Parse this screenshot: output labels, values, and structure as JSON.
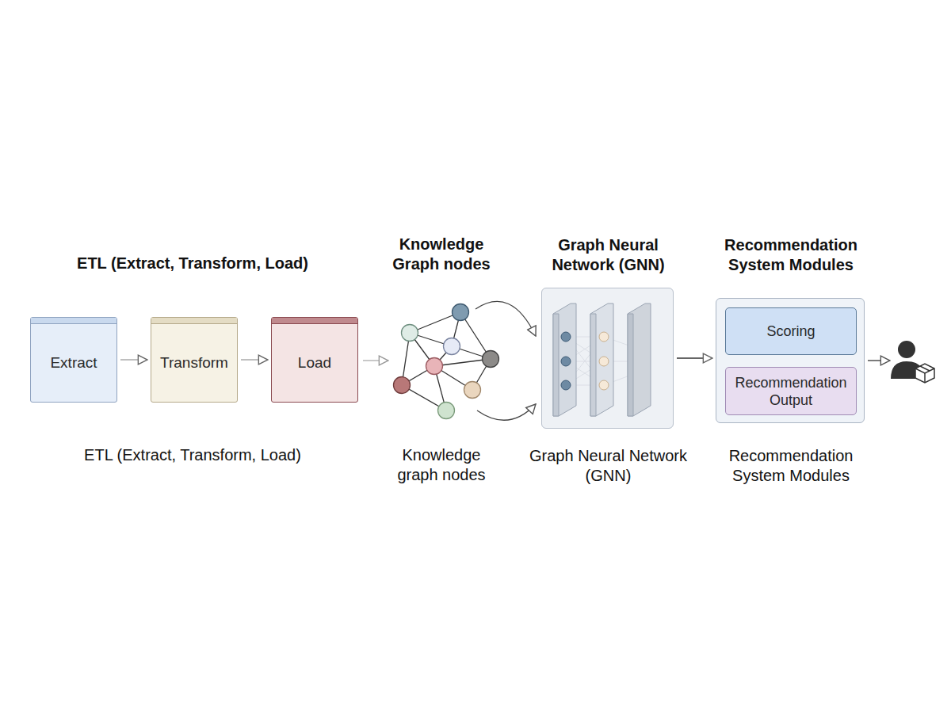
{
  "diagram": {
    "nodes": [
      {
        "text": [
          "Extract"
        ]
      },
      {
        "text": [
          "Transform"
        ]
      },
      {
        "text": [
          "Load"
        ]
      },
      {
        "text": [
          "Graph Neural Network (GNN)",
          "Graph Neural Network (GNN)"
        ]
      },
      {
        "text": [
          "Recommendation System Modules",
          "Recommendation System Modules"
        ]
      },
      {
        "text": [
          "Scoring"
        ],
        "in": 4
      },
      {
        "text": [
          "Recommendation Output"
        ],
        "in": 4
      }
    ],
    "edges": [
      {
        "from": 0,
        "to": 1,
        "arrow": "to"
      },
      {
        "from": 1,
        "to": 2,
        "arrow": "to"
      },
      {
        "from": 3,
        "to": 4,
        "arrow": "to"
      }
    ],
    "labels": [
      "ETL (Extract, Transform, Load)",
      "Knowledge Graph nodes",
      "ETL (Extract, Transform, Load)",
      "Knowledge graph nodes"
    ]
  }
}
